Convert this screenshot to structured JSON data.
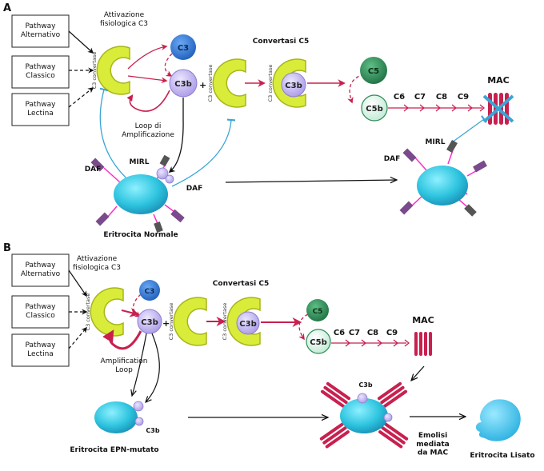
{
  "panelA": {
    "label": "A",
    "pathways": [
      "Pathway\nAlternativo",
      "Pathway\nClassico",
      "Pathway\nLectina"
    ],
    "activation": "Attivazione\nfisiologica C3",
    "c3": "C3",
    "c3b": "C3b",
    "plus": "+",
    "c3convertase": "C3 convertase",
    "convertasiC5": "Convertasi C5",
    "c5": "C5",
    "c5b": "C5b",
    "terminal": [
      "C6",
      "C7",
      "C8",
      "C9"
    ],
    "mac": "MAC",
    "loop": "Loop di\nAmplificazione",
    "mirl1": "MIRL",
    "daf1": "DAF",
    "daf2": "DAF",
    "erythrocyte": "Eritrocita Normale",
    "mirl2": "MIRL",
    "daf3": "DAF"
  },
  "panelB": {
    "label": "B",
    "pathways": [
      "Pathway\nAlternativo",
      "Pathway\nClassico",
      "Pathway\nLectina"
    ],
    "activation": "Attivazione\nfisiologica C3",
    "c3": "C3",
    "c3b": "C3b",
    "plus": "+",
    "c3convertase": "C3 convertase",
    "convertasiC5": "Convertasi C5",
    "c5": "C5",
    "c5b": "C5b",
    "terminal": [
      "C6",
      "C7",
      "C8",
      "C9"
    ],
    "mac": "MAC",
    "loop": "Amplification\nLoop",
    "c3b_cell": "C3b",
    "erythrocyte": "Eritrocita EPN-mutato",
    "c3b_top": "C3b",
    "lysis": "Emolisi\nmediata\nda MAC",
    "lysed": "Eritrocita Lisato"
  },
  "colors": {
    "convertase": "#d9ec3a",
    "c3": "#2e6fc9",
    "c3b": "#bfb3ee",
    "c5": "#2e8a55",
    "c5b": "#d8f3e6",
    "erythrocyte": "#38c6e0",
    "mac": "#c8204f",
    "inhibit": "#3aa5d4",
    "flow": "#c8204f"
  }
}
